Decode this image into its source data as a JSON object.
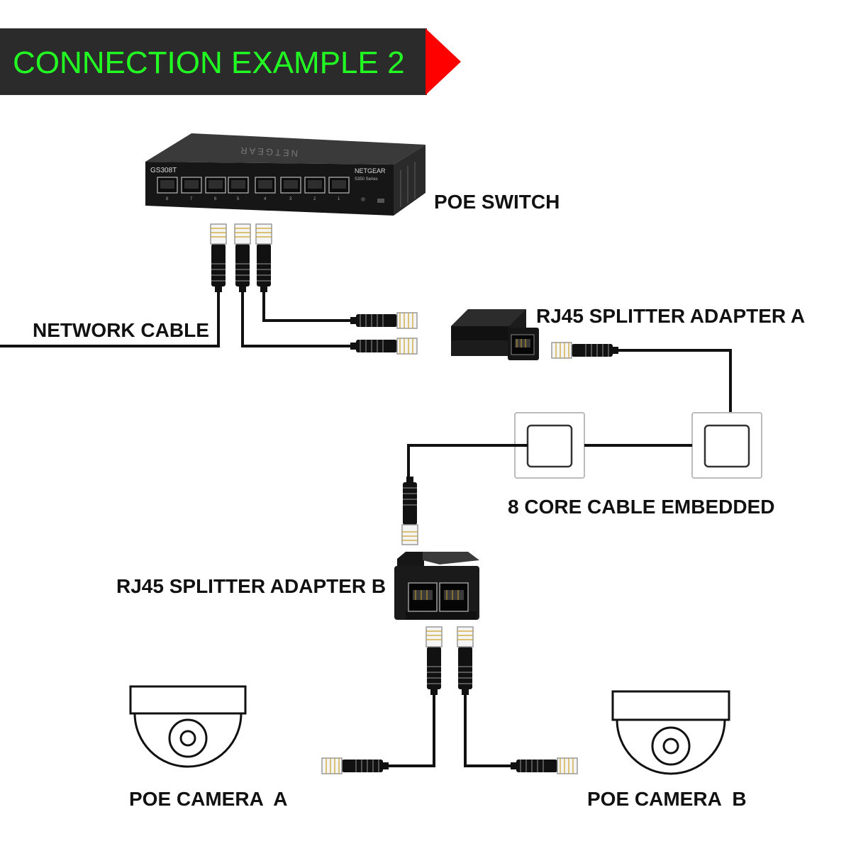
{
  "title": "CONNECTION EXAMPLE 2",
  "colors": {
    "banner": "#2b2b2b",
    "title": "#22ff22",
    "arrow": "#ff0000",
    "cable": "#111111"
  },
  "switch": {
    "brand": "NETGEAR",
    "model": "GS308T",
    "series": "S350 Series",
    "ports": [
      "8",
      "7",
      "6",
      "5",
      "4",
      "3",
      "2",
      "1"
    ]
  },
  "labels": {
    "poe_switch": "POE SWITCH",
    "network_cable": "NETWORK CABLE",
    "splitter_a": "RJ45 SPLITTER ADAPTER A",
    "core_cable": "8 CORE CABLE EMBEDDED",
    "splitter_b": "RJ45 SPLITTER ADAPTER B",
    "camera_a": "POE CAMERA  A",
    "camera_b": "POE CAMERA  B"
  }
}
